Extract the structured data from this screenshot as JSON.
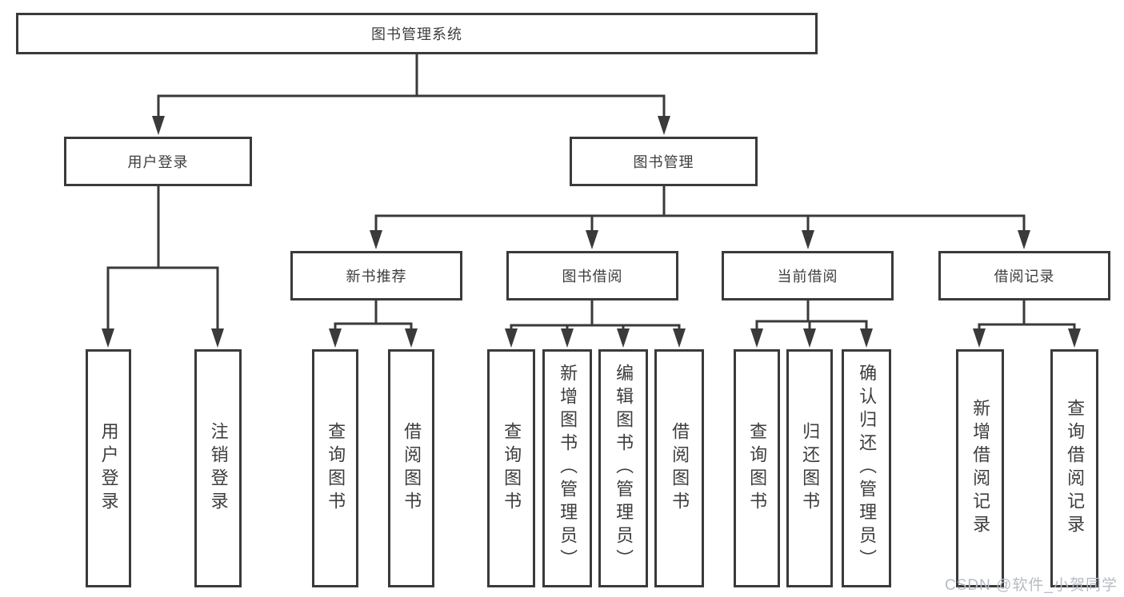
{
  "diagram_title": "图书管理系统",
  "line_color": "#3a3a3a",
  "watermark_color": "#b7bbc4",
  "watermark": "CSDN @软件_小贺同学",
  "tree": {
    "label": "图书管理系统",
    "children": [
      {
        "label": "用户登录",
        "children": [
          {
            "label": "用户登录"
          },
          {
            "label": "注销登录"
          }
        ]
      },
      {
        "label": "图书管理",
        "children": [
          {
            "label": "新书推荐",
            "children": [
              {
                "label": "查询图书"
              },
              {
                "label": "借阅图书"
              }
            ]
          },
          {
            "label": "图书借阅",
            "children": [
              {
                "label": "查询图书"
              },
              {
                "label": "新增图书（管理员）"
              },
              {
                "label": "编辑图书（管理员）"
              },
              {
                "label": "借阅图书"
              }
            ]
          },
          {
            "label": "当前借阅",
            "children": [
              {
                "label": "查询图书"
              },
              {
                "label": "归还图书"
              },
              {
                "label": "确认归还（管理员）"
              }
            ]
          },
          {
            "label": "借阅记录",
            "children": [
              {
                "label": "新增借阅记录"
              },
              {
                "label": "查询借阅记录"
              }
            ]
          }
        ]
      }
    ]
  }
}
